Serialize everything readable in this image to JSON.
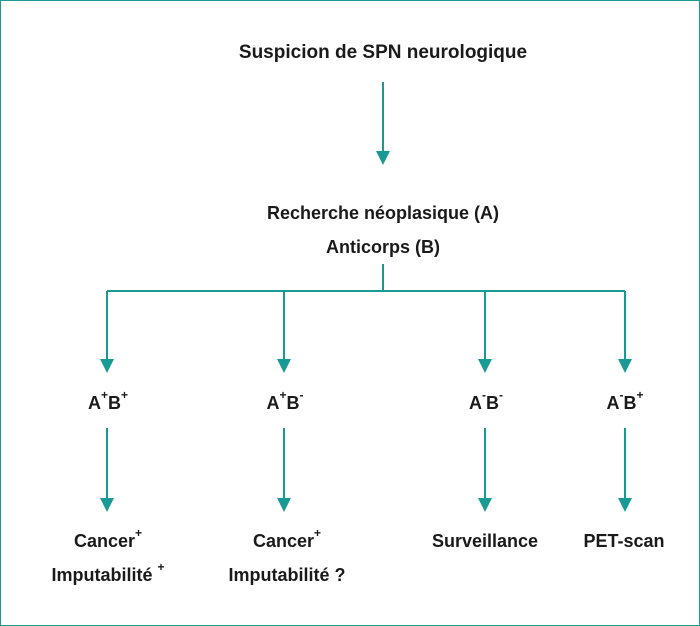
{
  "colors": {
    "arrow": "#1a9a94",
    "text": "#1a1a1a",
    "border": "#1a9a94"
  },
  "root": {
    "text": "Suspicion de SPN neurologique"
  },
  "middle": {
    "line1": "Recherche néoplasique (A)",
    "line2": "Anticorps (B)"
  },
  "branches": [
    {
      "a": "A",
      "a_sign": "+",
      "b": "B",
      "b_sign": "+",
      "out_line1": "Cancer",
      "out_line1_sup": "+",
      "out_line2": "Imputabilité ",
      "out_line2_sup": "+"
    },
    {
      "a": "A",
      "a_sign": "+",
      "b": "B",
      "b_sign": "-",
      "out_line1": "Cancer",
      "out_line1_sup": "+",
      "out_line2": "Imputabilité ?",
      "out_line2_sup": ""
    },
    {
      "a": "A",
      "a_sign": "-",
      "b": "B",
      "b_sign": "-",
      "out_line1": "Surveillance",
      "out_line1_sup": "",
      "out_line2": "",
      "out_line2_sup": ""
    },
    {
      "a": "A",
      "a_sign": "-",
      "b": "B",
      "b_sign": "+",
      "out_line1": "PET-scan",
      "out_line1_sup": "",
      "out_line2": "",
      "out_line2_sup": ""
    }
  ]
}
